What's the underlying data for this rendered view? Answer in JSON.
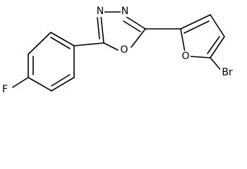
{
  "molecule": {
    "atoms": {
      "N1": "N",
      "N2": "N",
      "O_ring": "O",
      "O_furan": "O",
      "Br": "Br",
      "F": "F"
    }
  }
}
